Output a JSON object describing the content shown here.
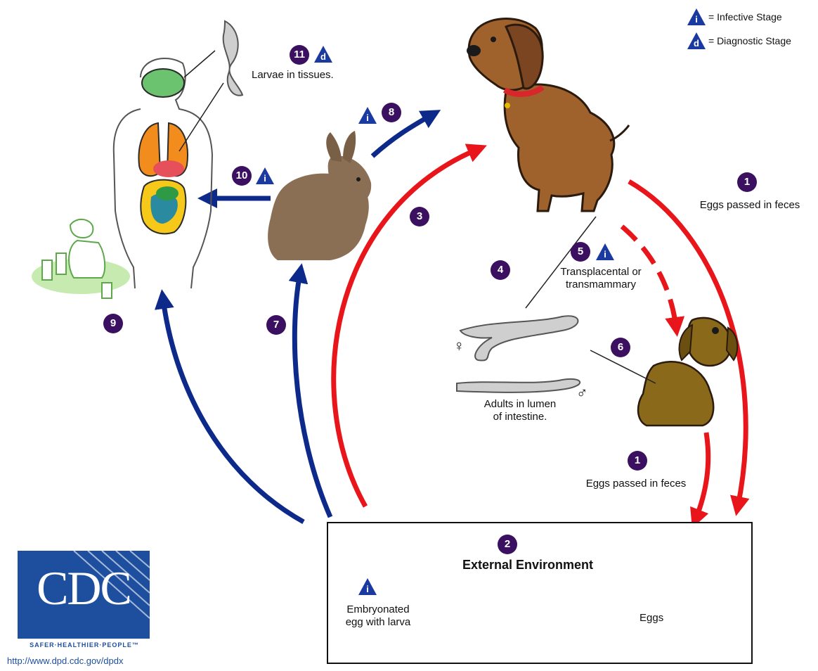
{
  "legend": {
    "infective_symbol": "i",
    "infective_label": "= Infective Stage",
    "diagnostic_symbol": "d",
    "diagnostic_label": "= Diagnostic Stage"
  },
  "steps": {
    "s1a": {
      "num": "1",
      "text": "Eggs passed in feces"
    },
    "s1b": {
      "num": "1",
      "text": "Eggs passed in feces"
    },
    "s2": {
      "num": "2",
      "title": "External Environment"
    },
    "s3": {
      "num": "3"
    },
    "s4": {
      "num": "4"
    },
    "s5": {
      "num": "5",
      "text_line1": "Transplacental or",
      "text_line2": "transmammary"
    },
    "s6": {
      "num": "6"
    },
    "s7": {
      "num": "7"
    },
    "s8": {
      "num": "8"
    },
    "s9": {
      "num": "9"
    },
    "s10": {
      "num": "10"
    },
    "s11": {
      "num": "11",
      "text": "Larvae in tissues."
    }
  },
  "labels": {
    "adults_line1": "Adults in lumen",
    "adults_line2": "of intestine.",
    "female_symbol": "♀",
    "male_symbol": "♂",
    "eggs": "Eggs",
    "embryonated_line1": "Embryonated",
    "embryonated_line2": "egg with larva"
  },
  "logo": {
    "text": "CDC",
    "tagline": "SAFER·HEALTHIER·PEOPLE™",
    "url": "http://www.dpd.cdc.gov/dpdx"
  },
  "colors": {
    "red_arrow": "#e8161b",
    "blue_arrow": "#0d2a8a",
    "step_circle": "#3b1060",
    "triangle": "#1b3aa0",
    "dog": "#a0622d",
    "puppy": "#8a6a1a",
    "rabbit": "#8b6f55",
    "logo_blue": "#1e4f9e"
  }
}
